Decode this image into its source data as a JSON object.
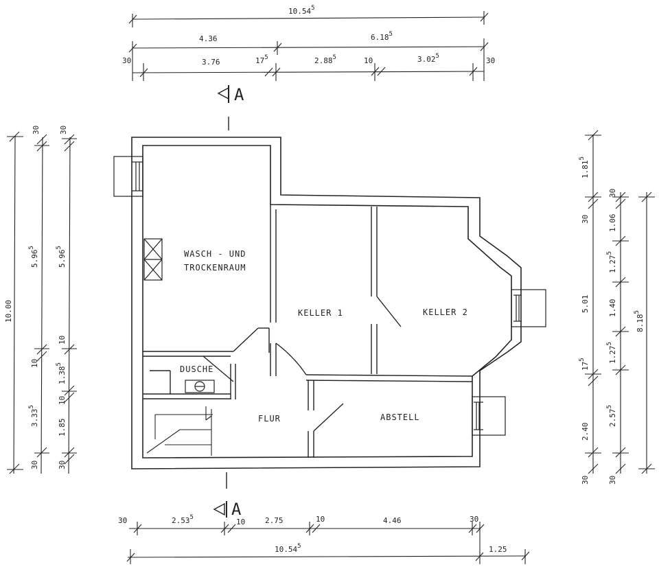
{
  "rooms": {
    "wasch_line1": "WASCH - UND",
    "wasch_line2": "TROCKENRAUM",
    "keller1": "KELLER 1",
    "keller2": "KELLER 2",
    "dusche": "DUSCHE",
    "flur": "FLUR",
    "abstell": "ABSTELL"
  },
  "section": {
    "marker": "A"
  },
  "dims_top": {
    "total": "10.54",
    "total_sup": "5",
    "left": "4.36",
    "right": "6.18",
    "right_sup": "5",
    "wall_l": "30",
    "span1": "3.76",
    "wall2": "17",
    "wall2_sup": "5",
    "span2": "2.88",
    "span2_sup": "5",
    "wall3": "10",
    "span3": "3.02",
    "span3_sup": "5",
    "wall_r": "30"
  },
  "dims_bottom": {
    "wall_l": "30",
    "span1": "2.53",
    "span1_sup": "5",
    "wall2": "10",
    "span2": "2.75",
    "wall3": "10",
    "span3": "4.46",
    "wall_r": "30",
    "total": "10.54",
    "total_sup": "5",
    "extra": "1.25"
  },
  "dims_left": {
    "total": "10.00",
    "mid1": "5.96",
    "mid1_sup": "5",
    "mid2": "5.96",
    "mid2_sup": "5",
    "w_top1": "30",
    "w_top2": "30",
    "w_a": "10",
    "w_b": "10",
    "low": "3.33",
    "low_sup": "5",
    "m1": "1.38",
    "m1_sup": "5",
    "w_c": "10",
    "m2": "1.85",
    "w_bot1": "30",
    "w_bot2": "30"
  },
  "dims_right": {
    "top": "1.81",
    "top_sup": "5",
    "w1": "30",
    "w2": "30",
    "a": "1.06",
    "b": "1.27",
    "b_sup": "5",
    "c": "5.01",
    "d": "1.40",
    "total": "8.18",
    "total_sup": "5",
    "e": "1.27",
    "e_sup": "5",
    "f": "17",
    "f_sup": "5",
    "g": "2.40",
    "h": "2.57",
    "h_sup": "5",
    "w3": "30",
    "w4": "30"
  }
}
